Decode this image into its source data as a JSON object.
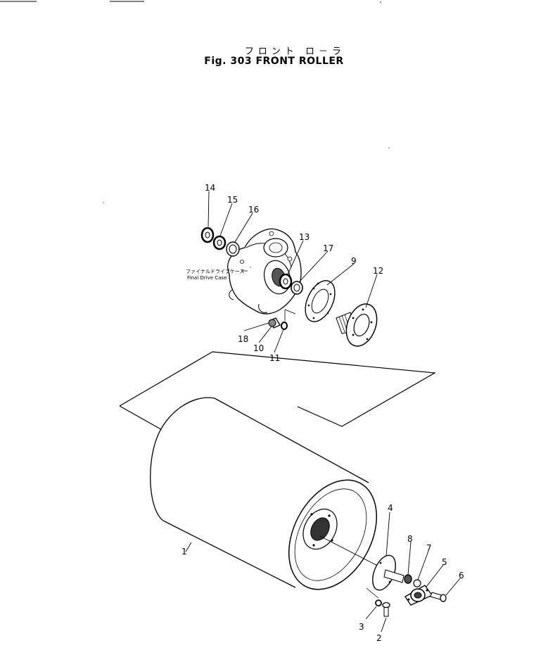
{
  "figure": {
    "title_jp": "フロント ロ－ラ",
    "title_en": "Fig. 303  FRONT  ROLLER"
  },
  "annotation": {
    "jp": "ファイナルドライブケース",
    "en": "Final Drive Case"
  },
  "callouts": [
    "1",
    "2",
    "3",
    "4",
    "5",
    "6",
    "7",
    "8",
    "9",
    "10",
    "11",
    "12",
    "13",
    "14",
    "15",
    "16",
    "17",
    "18"
  ]
}
